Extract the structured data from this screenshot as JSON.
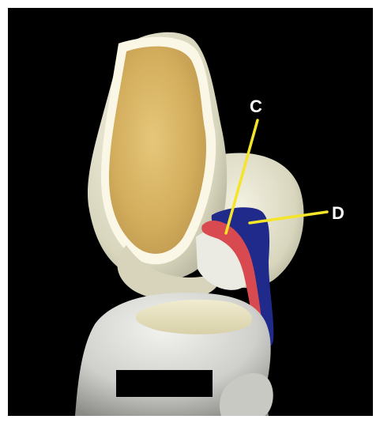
{
  "image": {
    "background": "#000000",
    "labels": [
      {
        "id": "c",
        "text": "C",
        "color": "#f4e52a"
      },
      {
        "id": "d",
        "text": "D",
        "color": "#f4e52a"
      }
    ],
    "colors": {
      "bone_marrow": "#d9b866",
      "cartilage": "#ece9d6",
      "red_ligament": "#d84a4f",
      "blue_ligament": "#1f2a8a",
      "redaction_bar": "#000000"
    }
  }
}
